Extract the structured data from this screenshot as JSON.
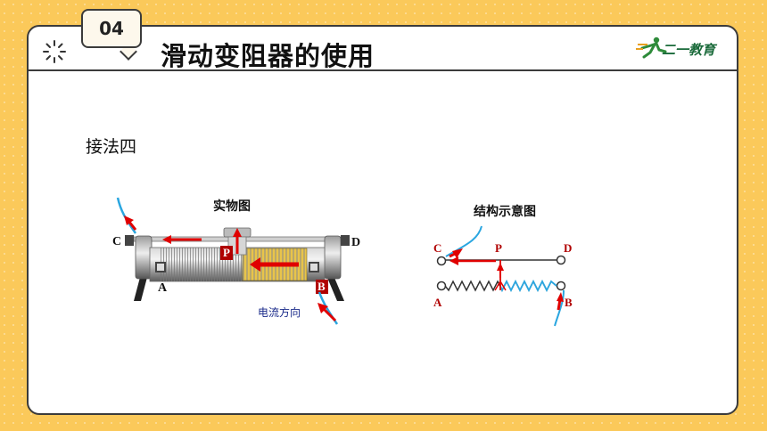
{
  "header": {
    "section_number": "04",
    "title": "滑动变阻器的使用",
    "logo_text": "二一教育"
  },
  "content": {
    "method_label": "接法四",
    "photo_caption": "实物图",
    "schematic_caption": "结构示意图",
    "current_direction_label": "电流方向"
  },
  "photo_terminals": {
    "c": "C",
    "d": "D",
    "a": "A",
    "b": "B",
    "p": "P"
  },
  "schematic_terminals": {
    "c": "C",
    "p": "P",
    "d": "D",
    "a": "A",
    "b": "B"
  },
  "colors": {
    "background": "#fbc95a",
    "arrow": "#e00000",
    "wire": "#2aa6e0",
    "coil_highlight": "#e8c44a",
    "terminal_label": "#b00000"
  },
  "icons": [
    "sun-burst-icon",
    "runner-logo-icon"
  ]
}
